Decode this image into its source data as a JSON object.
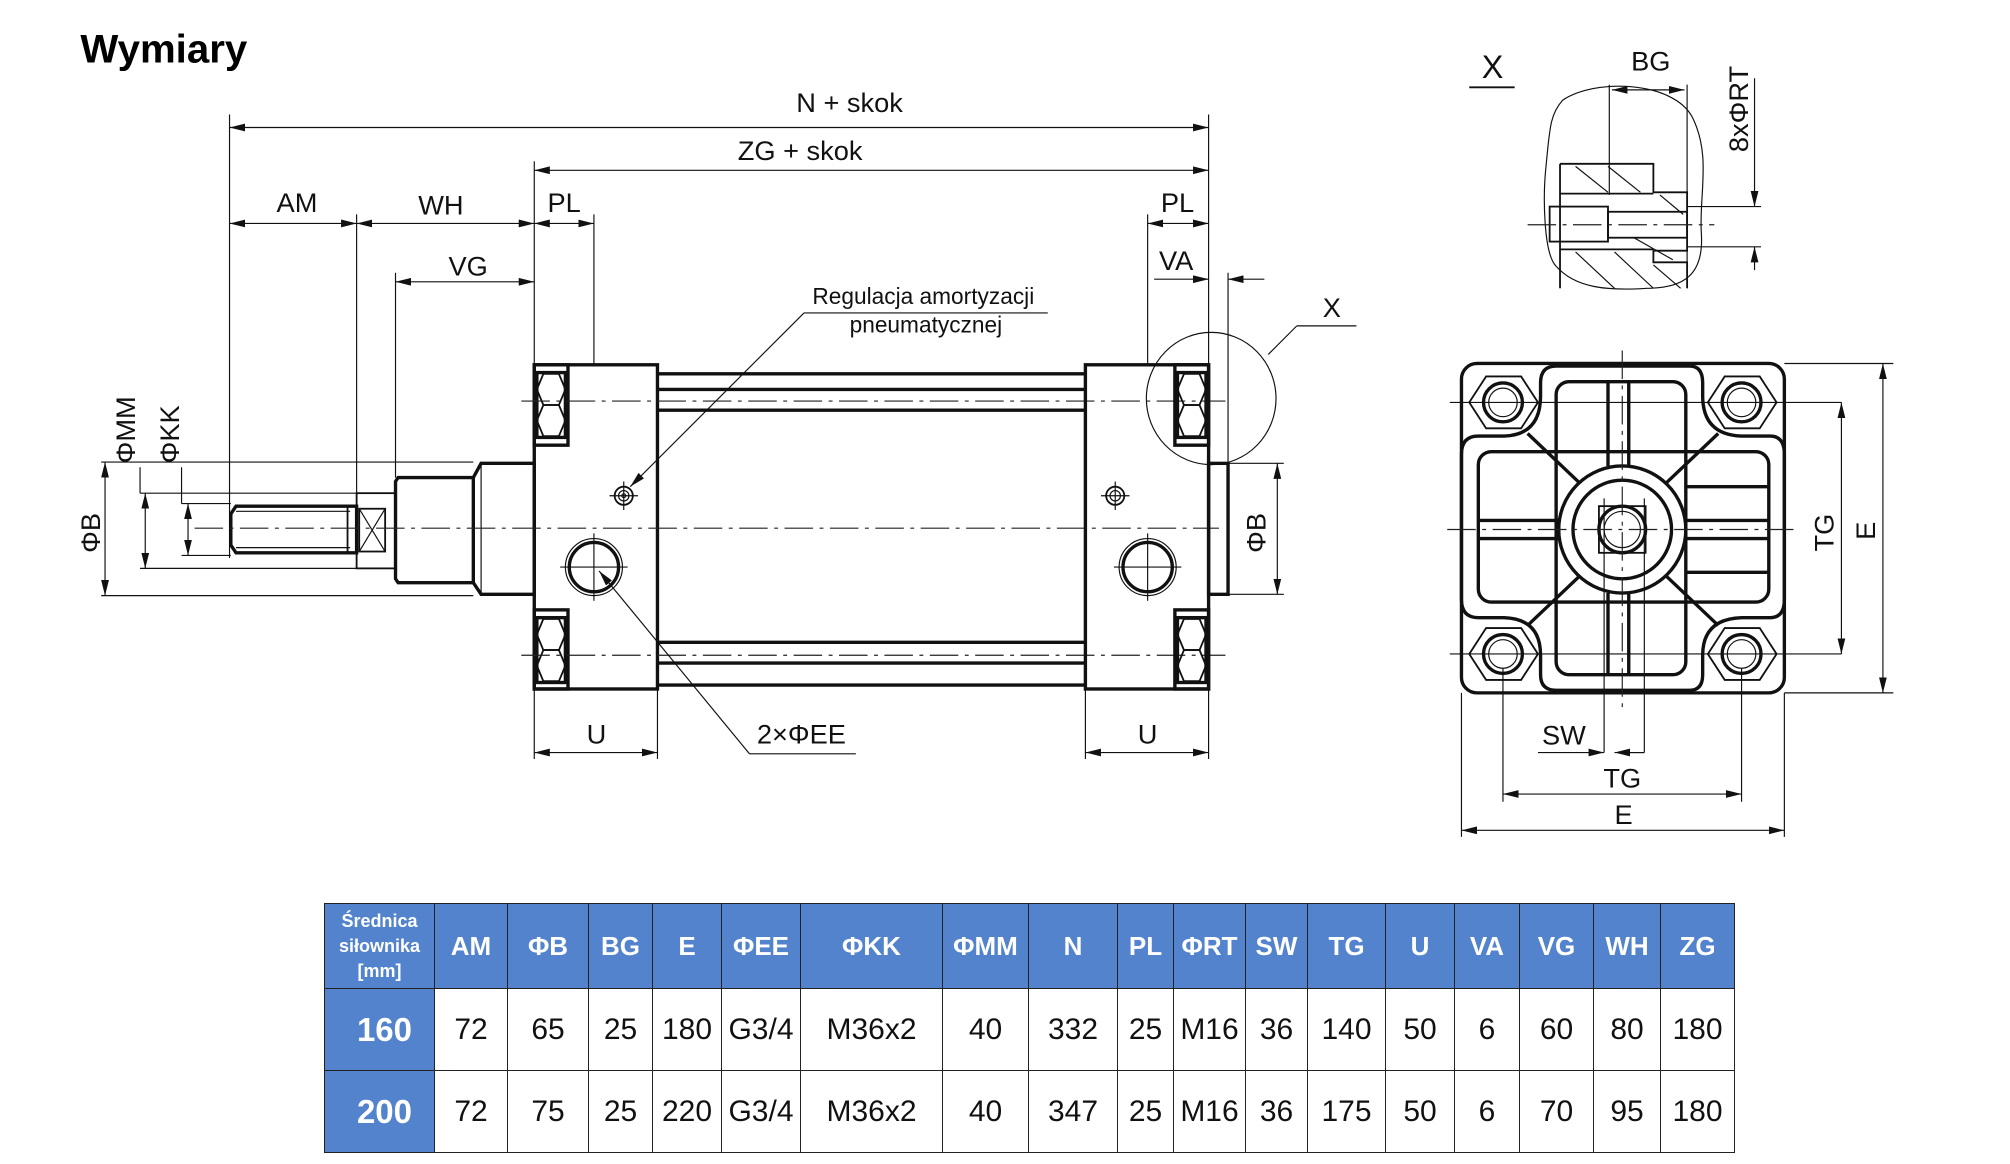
{
  "title": "Wymiary",
  "drawing": {
    "side_view": {
      "dimensions": {
        "overall_top": "N + skok",
        "overall_second": "ZG + skok",
        "am": "AM",
        "wh": "WH",
        "pl_left": "PL",
        "pl_right": "PL",
        "vg": "VG",
        "va": "VA",
        "u_left": "U",
        "u_right": "U",
        "mm": "ΦMM",
        "kk": "ΦKK",
        "b_left": "ΦB",
        "b_right": "ΦB",
        "ee": "2×ΦEE"
      },
      "annotation_line1": "Regulacja amortyzacji",
      "annotation_line2": "pneumatycznej",
      "detail_callout": "X"
    },
    "detail_x": {
      "title": "X",
      "bg": "BG",
      "rt": "8xΦRT"
    },
    "end_view": {
      "tg_vertical": "TG",
      "e_vertical": "E",
      "sw": "SW",
      "tg_horizontal": "TG",
      "e_horizontal": "E"
    }
  },
  "table": {
    "headers": [
      "Średnica siłownika [mm]",
      "AM",
      "ΦB",
      "BG",
      "E",
      "ΦEE",
      "ΦKK",
      "ΦMM",
      "N",
      "PL",
      "ΦRT",
      "SW",
      "TG",
      "U",
      "VA",
      "VG",
      "WH",
      "ZG"
    ],
    "header_first_lines": [
      "Średnica",
      "siłownika",
      "[mm]"
    ],
    "rows": [
      [
        "160",
        "72",
        "65",
        "25",
        "180",
        "G3/4",
        "M36x2",
        "40",
        "332",
        "25",
        "M16",
        "36",
        "140",
        "50",
        "6",
        "60",
        "80",
        "180"
      ],
      [
        "200",
        "72",
        "75",
        "25",
        "220",
        "G3/4",
        "M36x2",
        "40",
        "347",
        "25",
        "M16",
        "36",
        "175",
        "50",
        "6",
        "70",
        "95",
        "180"
      ]
    ],
    "colors": {
      "header_bg": "#5283cc",
      "header_text": "#ffffff"
    }
  }
}
